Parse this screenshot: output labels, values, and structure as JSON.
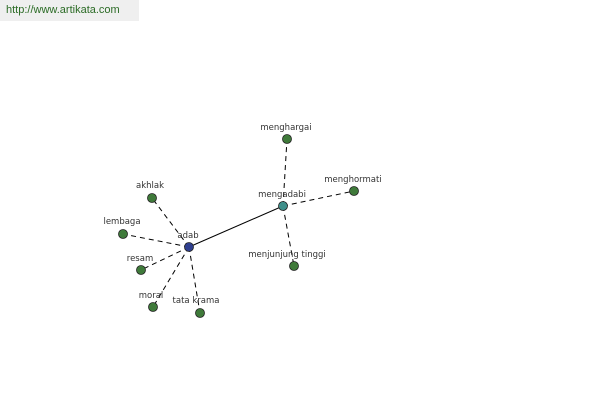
{
  "header": {
    "url": "http://www.artikata.com"
  },
  "diagram": {
    "colors": {
      "root_node": "#2f3f8f",
      "hub_node": "#3f8f8a",
      "leaf_node": "#3f7a3a",
      "node_stroke": "#222222",
      "edge": "#000000",
      "label": "#333333"
    },
    "nodes": [
      {
        "id": "adab",
        "label": "adab",
        "type": "root"
      },
      {
        "id": "mengadabi",
        "label": "mengadabi",
        "type": "hub"
      },
      {
        "id": "akhlak",
        "label": "akhlak",
        "type": "leaf"
      },
      {
        "id": "lembaga",
        "label": "lembaga",
        "type": "leaf"
      },
      {
        "id": "resam",
        "label": "resam",
        "type": "leaf"
      },
      {
        "id": "moral",
        "label": "moral",
        "type": "leaf"
      },
      {
        "id": "tata-krama",
        "label": "tata krama",
        "type": "leaf"
      },
      {
        "id": "menghargai",
        "label": "menghargai",
        "type": "leaf"
      },
      {
        "id": "menghormati",
        "label": "menghormati",
        "type": "leaf"
      },
      {
        "id": "menjunjung-tinggi",
        "label": "menjunjung tinggi",
        "type": "leaf"
      }
    ],
    "edges": [
      {
        "from": "adab",
        "to": "mengadabi",
        "style": "solid"
      },
      {
        "from": "adab",
        "to": "akhlak",
        "style": "dashed"
      },
      {
        "from": "adab",
        "to": "lembaga",
        "style": "dashed"
      },
      {
        "from": "adab",
        "to": "resam",
        "style": "dashed"
      },
      {
        "from": "adab",
        "to": "moral",
        "style": "dashed"
      },
      {
        "from": "adab",
        "to": "tata-krama",
        "style": "dashed"
      },
      {
        "from": "mengadabi",
        "to": "menghargai",
        "style": "dashed"
      },
      {
        "from": "mengadabi",
        "to": "menghormati",
        "style": "dashed"
      },
      {
        "from": "mengadabi",
        "to": "menjunjung-tinggi",
        "style": "dashed"
      }
    ]
  }
}
